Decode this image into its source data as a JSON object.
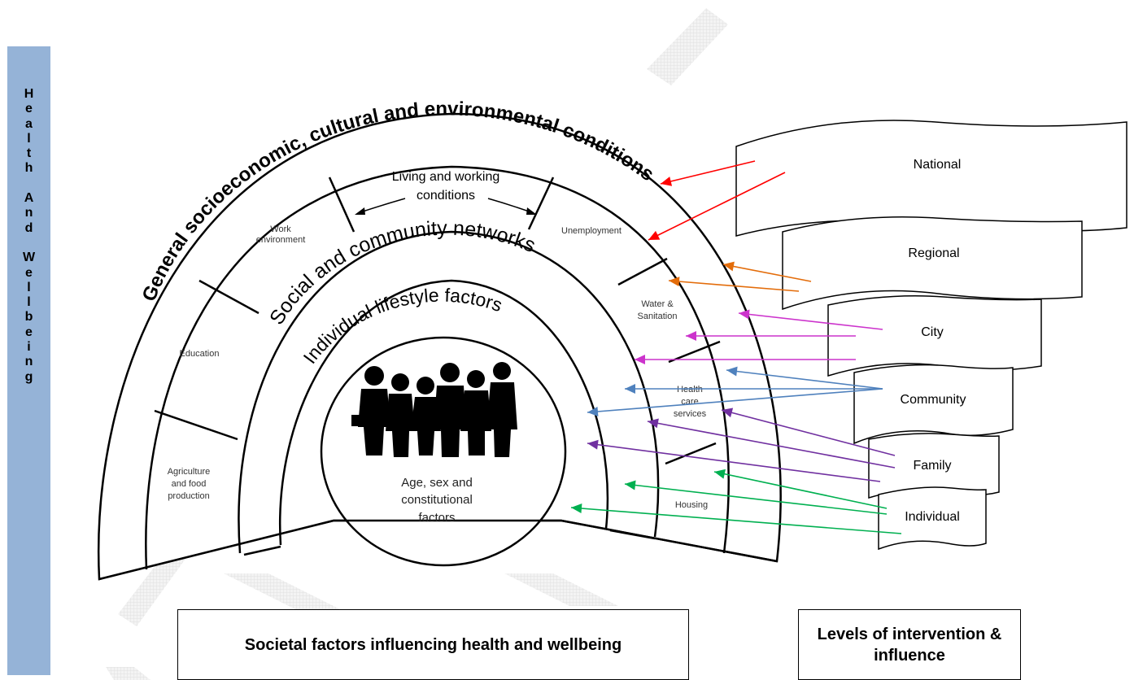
{
  "side_bar": {
    "words": [
      "Health",
      "And",
      "Wellbeing"
    ]
  },
  "rainbow": {
    "outer_title": "General socioeconomic, cultural and environmental conditions",
    "living_working": "Living and working conditions",
    "living_working_line1": "Living and working",
    "living_working_line2": "conditions",
    "social_title": "Social and community networks",
    "lifestyle_title": "Individual lifestyle factors",
    "core_line1": "Age, sex and",
    "core_line2": "constitutional",
    "core_line3": "factors",
    "left_factors": [
      {
        "lines": [
          "Work",
          "environment"
        ]
      },
      {
        "lines": [
          "Education"
        ]
      },
      {
        "lines": [
          "Agriculture",
          "and food",
          "production"
        ]
      }
    ],
    "right_factors": [
      {
        "lines": [
          "Unemployment"
        ]
      },
      {
        "lines": [
          "Water &",
          "Sanitation"
        ]
      },
      {
        "lines": [
          "Health",
          "care",
          "services"
        ]
      },
      {
        "lines": [
          "Housing"
        ]
      }
    ]
  },
  "levels": [
    {
      "label": "National",
      "color": "#ff0000"
    },
    {
      "label": "Regional",
      "color": "#e36c0a"
    },
    {
      "label": "City",
      "color": "#cc33cc"
    },
    {
      "label": "Community",
      "color": "#4f81bd"
    },
    {
      "label": "Family",
      "color": "#7030a0"
    },
    {
      "label": "Individual",
      "color": "#00b050"
    }
  ],
  "captions": {
    "left": "Societal factors influencing health and wellbeing",
    "right": "Levels of intervention & influence"
  }
}
